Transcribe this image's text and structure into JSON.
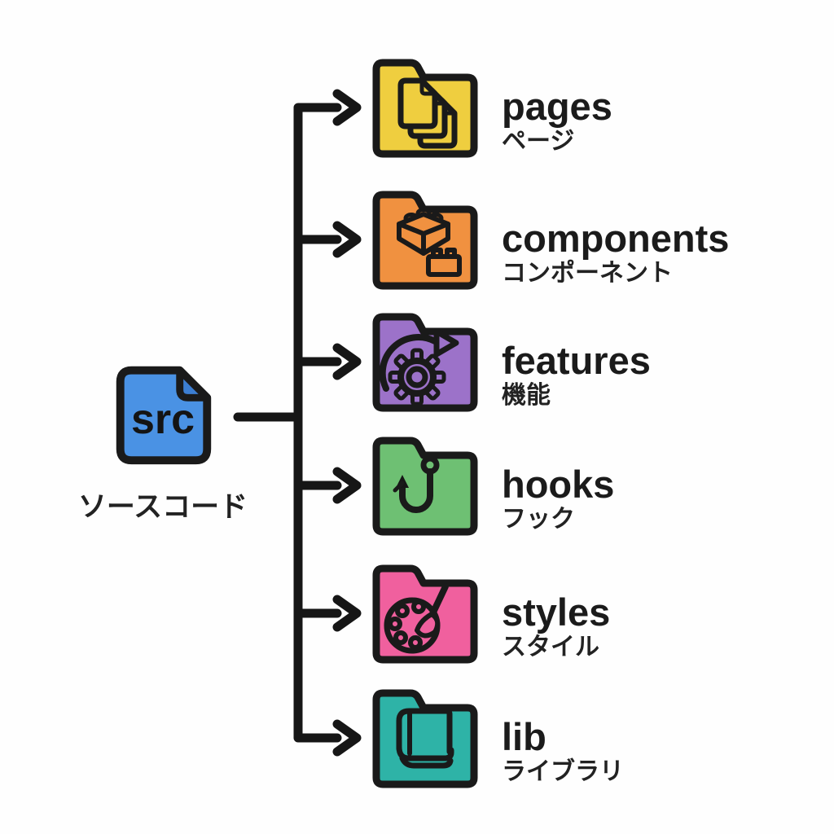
{
  "diagram": {
    "title": "",
    "root": {
      "label": "src",
      "label_ja": "ソースコード",
      "color": "#4a92e4",
      "fold_color": "#3c7ed2",
      "icon": "source-file"
    },
    "connector_color": "#161616",
    "text_color": "#1b1b1b",
    "background_color": "#fefefe",
    "folders": [
      {
        "label": "pages",
        "label_ja": "ページ",
        "color": "#efce3f",
        "icon": "stacked-documents"
      },
      {
        "label": "components",
        "label_ja": "コンポーネント",
        "color": "#f09140",
        "icon": "lego-brick"
      },
      {
        "label": "features",
        "label_ja": "機能",
        "color": "#9c72c9",
        "icon": "gear-arrow"
      },
      {
        "label": "hooks",
        "label_ja": "フック",
        "color": "#6ec073",
        "icon": "fishhook"
      },
      {
        "label": "styles",
        "label_ja": "スタイル",
        "color": "#f0609e",
        "icon": "palette-brush"
      },
      {
        "label": "lib",
        "label_ja": "ライブラリ",
        "color": "#2eb3a7",
        "icon": "book"
      }
    ]
  }
}
